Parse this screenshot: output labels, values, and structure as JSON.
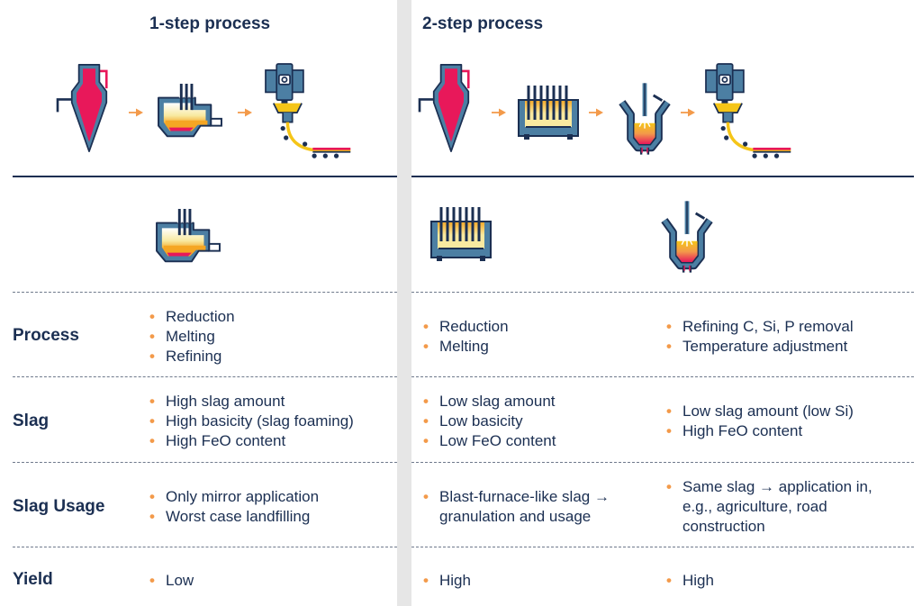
{
  "headers": {
    "one_step": "1-step process",
    "two_step": "2-step process"
  },
  "rows": [
    {
      "label": "Process",
      "one_step": [
        "Reduction",
        "Melting",
        "Refining"
      ],
      "two_step_a": [
        "Reduction",
        "Melting"
      ],
      "two_step_b": [
        "Refining C, Si, P removal",
        "Temperature adjustment"
      ]
    },
    {
      "label": "Slag",
      "one_step": [
        "High slag amount",
        "High basicity (slag foaming)",
        "High FeO content"
      ],
      "two_step_a": [
        "Low slag amount",
        "Low basicity",
        "Low FeO content"
      ],
      "two_step_b": [
        "Low slag amount (low Si)",
        "High FeO content"
      ]
    },
    {
      "label": "Slag Usage",
      "one_step": [
        "Only mirror application",
        "Worst case landfilling"
      ],
      "two_step_a": [
        "Blast-furnace-like slag → granulation and usage"
      ],
      "two_step_b": [
        "Same slag → application in, e.g., agriculture, road construction"
      ]
    },
    {
      "label": "Yield",
      "one_step": [
        "Low"
      ],
      "two_step_a": [
        "High"
      ],
      "two_step_b": [
        "High"
      ]
    }
  ],
  "icons": {
    "shaft_furnace": "shaft-furnace-icon",
    "electric_arc_furnace": "electric-arc-furnace-icon",
    "continuous_caster": "continuous-caster-icon",
    "smelting_furnace": "smelting-furnace-icon",
    "converter": "converter-icon",
    "arrow": "process-arrow-icon"
  },
  "colors": {
    "navy": "#1b2f52",
    "steel_blue": "#4c7fa3",
    "magenta": "#e8185a",
    "orange": "#f39a4a",
    "yellow": "#f5c518",
    "cream": "#f8e9a0",
    "divider_gray": "#e6e6e6"
  }
}
